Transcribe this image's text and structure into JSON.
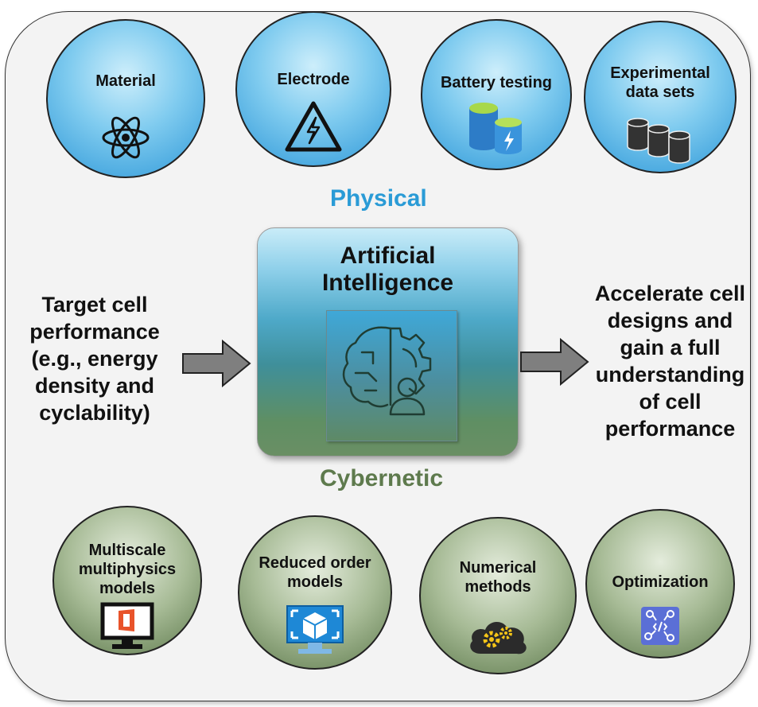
{
  "physical": {
    "title": "Physical",
    "title_color": "#2a9bd6",
    "items": [
      {
        "label": "Material",
        "icon": "atom-icon"
      },
      {
        "label": "Electrode",
        "icon": "high-voltage-warning-icon"
      },
      {
        "label": "Battery testing",
        "icon": "database-lightning-icon"
      },
      {
        "label": "Experimental data sets",
        "icon": "database-stack-icon"
      }
    ]
  },
  "center": {
    "title_line1": "Artificial",
    "title_line2": "Intelligence",
    "icon": "brain-gear-person-icon"
  },
  "input_text": [
    "Target cell",
    "performance",
    "(e.g., energy",
    "density and",
    "cyclability)"
  ],
  "output_text": [
    "Accelerate cell",
    "designs and",
    "gain a full",
    "understanding",
    "of cell",
    "performance"
  ],
  "cybernetic": {
    "title": "Cybernetic",
    "title_color": "#5e7a4d",
    "items": [
      {
        "label": "Multiscale multiphysics models",
        "icon": "monitor-office-icon"
      },
      {
        "label": "Reduced order models",
        "icon": "monitor-cube-icon"
      },
      {
        "label": "Numerical methods",
        "icon": "cloud-gears-icon"
      },
      {
        "label": "Optimization",
        "icon": "code-network-icon"
      }
    ]
  }
}
